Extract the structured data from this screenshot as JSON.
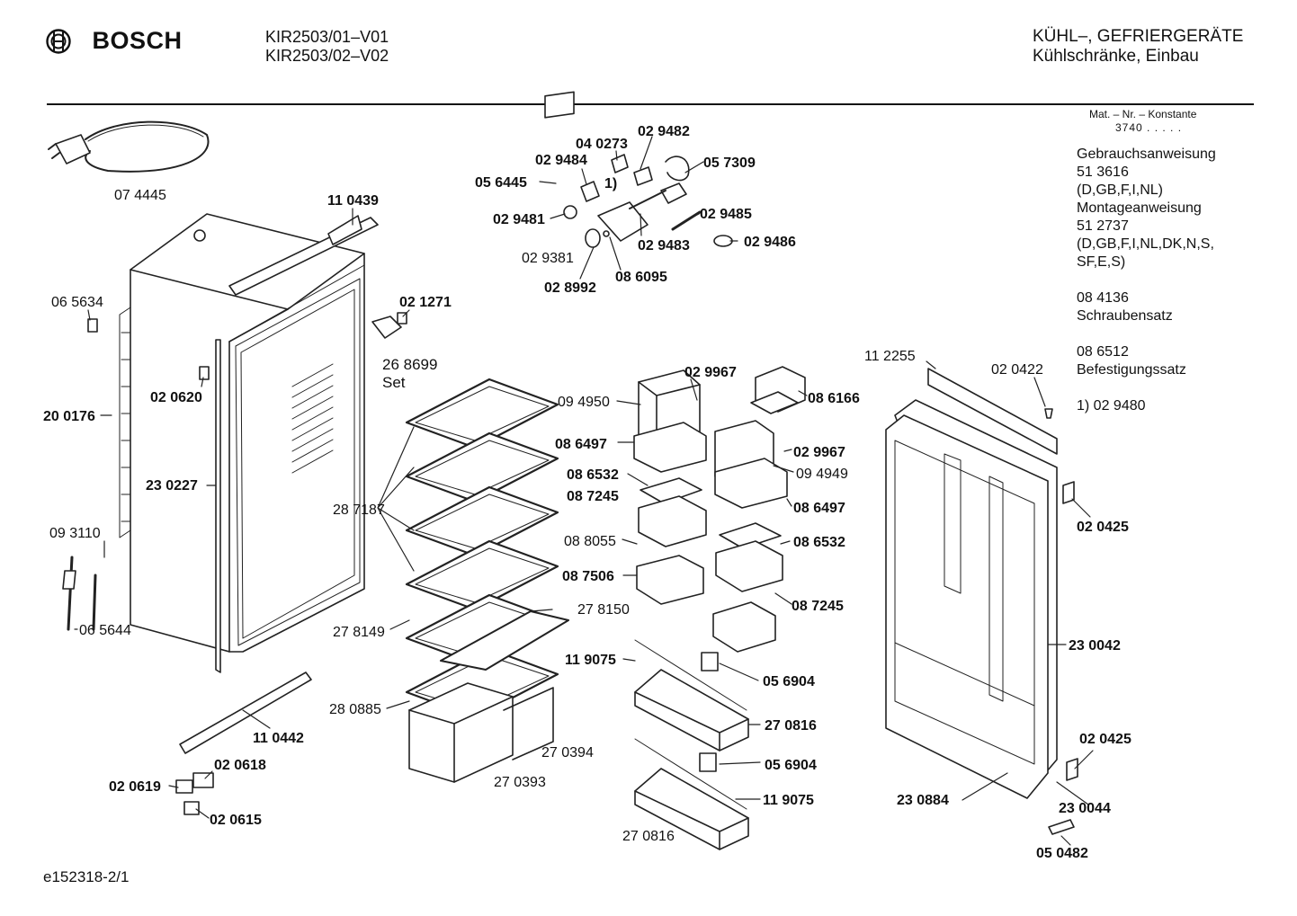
{
  "header": {
    "brand": "BOSCH",
    "model_lines": [
      "KIR2503/01–V01",
      "KIR2503/02–V02"
    ],
    "category_lines": [
      "KÜHL–, GEFRIERGERÄTE",
      "Kühlschränke, Einbau"
    ]
  },
  "side_info": {
    "mat_label": "Mat. – Nr. – Konstante",
    "mat_value": "3740 . . . . .",
    "doc_lines": [
      "Gebrauchsanweisung",
      "51 3616",
      "(D,GB,F,I,NL)",
      "Montageanweisung",
      "51 2737",
      "(D,GB,F,I,NL,DK,N,S,",
      "SF,E,S)"
    ],
    "screw_set": [
      "08 4136",
      "Schraubensatz"
    ],
    "fixing_set": [
      "08 6512",
      "Befestigungssatz"
    ],
    "footnote": "1)  02 9480"
  },
  "footer": {
    "drawing_id": "e152318-2/1"
  },
  "part_labels": {
    "p074445": "07 4445",
    "p110439": "11 0439",
    "p065634": "06 5634",
    "p020620": "02 0620",
    "p200176": "20 0176",
    "p230227": "23 0227",
    "p093110": "09 3110",
    "p065644": "06 5644",
    "p110442": "11 0442",
    "p020618": "02 0618",
    "p020619": "02 0619",
    "p020615": "02 0615",
    "p021271": "02 1271",
    "p268699": "26 8699",
    "p268699_set": "Set",
    "p287187": "28 7187",
    "p278149": "27 8149",
    "p278150": "27 8150",
    "p280885": "28 0885",
    "p270394": "27 0394",
    "p270393": "27 0393",
    "p029482": "02 9482",
    "p040273": "04 0273",
    "p029484": "02 9484",
    "p057309": "05 7309",
    "p056445": "05 6445",
    "p_note1": "1)",
    "p029481": "02 9481",
    "p029485": "02 9485",
    "p029381": "02 9381",
    "p029483": "02 9483",
    "p029486": "02 9486",
    "p028992": "02 8992",
    "p086095": "08 6095",
    "p094950": "09 4950",
    "p029967a": "02 9967",
    "p086166": "08 6166",
    "p086497a": "08 6497",
    "p029967b": "02 9967",
    "p094949": "09 4949",
    "p086532a": "08 6532",
    "p087245a": "08 7245",
    "p086497b": "08 6497",
    "p088055": "08 8055",
    "p086532b": "08 6532",
    "p087506": "08 7506",
    "p087245b": "08 7245",
    "p119075a": "11 9075",
    "p056904a": "05 6904",
    "p270816a": "27 0816",
    "p056904b": "05 6904",
    "p119075b": "11 9075",
    "p270816b": "27 0816",
    "p112255": "11 2255",
    "p020422": "02 0422",
    "p020425a": "02 0425",
    "p230042": "23 0042",
    "p020425b": "02 0425",
    "p230884": "23 0884",
    "p230044": "23 0044",
    "p050482": "05 0482"
  }
}
